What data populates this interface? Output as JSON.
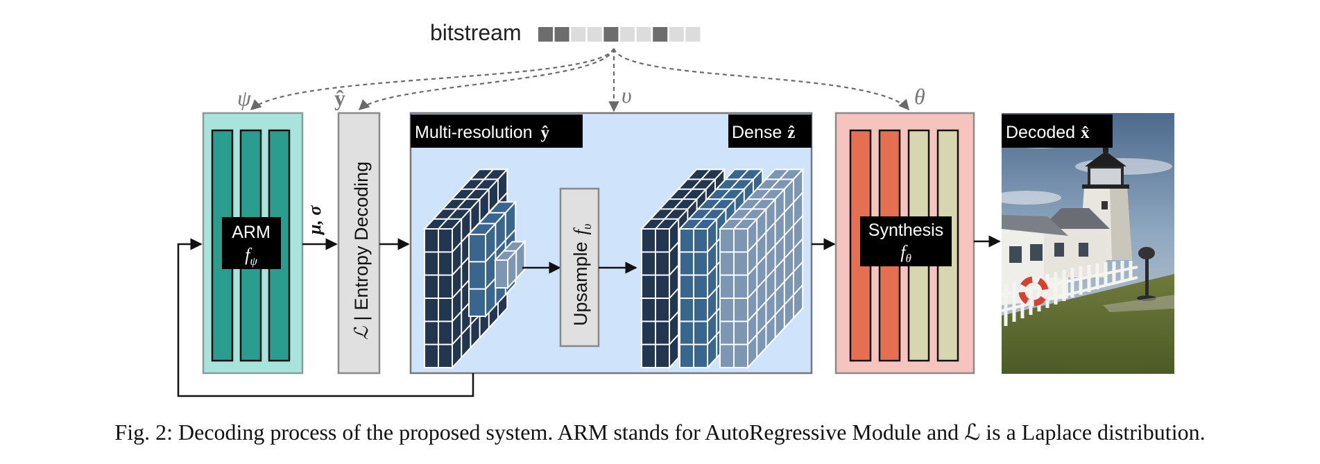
{
  "bitstream_label": "bitstream",
  "params": {
    "psi": "ψ",
    "y_hat": "ŷ",
    "upsilon": "υ",
    "theta": "θ"
  },
  "arm": {
    "title": "ARM",
    "fn": "f",
    "fn_sub": "ψ"
  },
  "mu_sigma": "μ, σ",
  "entropy": {
    "symbol": "ℒ",
    "sep": "|",
    "label": "Entropy Decoding"
  },
  "multires": {
    "title": "Multi-resolution",
    "symbol": "ŷ"
  },
  "dense": {
    "title": "Dense",
    "symbol": "ẑ"
  },
  "upsample": {
    "label": "Upsample",
    "fn": "f",
    "fn_sub": "υ"
  },
  "synthesis": {
    "title": "Synthesis",
    "fn": "f",
    "fn_sub": "θ"
  },
  "decoded": {
    "title": "Decoded",
    "symbol": "x̂"
  },
  "caption": "Fig. 2: Decoding process of the proposed system. ARM stands for AutoRegressive Module and ℒ is a Laplace distribution.",
  "colors": {
    "arm_bg": "#a8e3dc",
    "arm_bar": "#2a9d8f",
    "entropy_bg": "#e0e0e0",
    "latent_bg": "#cfe3fb",
    "cube_dark": "#22374f",
    "cube_mid": "#38668f",
    "cube_light": "#7d96b4",
    "synth_bg": "#f5c5bd",
    "synth_orange": "#e76f51",
    "synth_beige": "#d8d6b0",
    "bit_dark": "#6d6d6d",
    "bit_light": "#dcdcdc"
  }
}
